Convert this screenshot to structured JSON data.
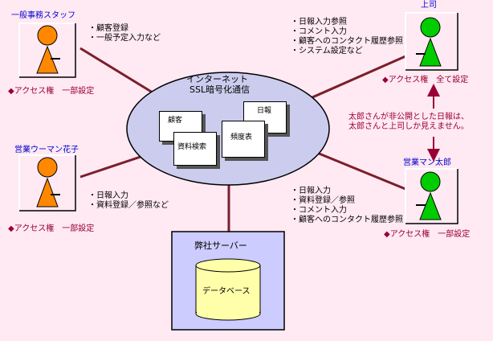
{
  "colors": {
    "background": "#ffe9f3",
    "line": "#7a1f2b",
    "staff_figure": "#ff8800",
    "boss_figure": "#00cc00",
    "server_box": "#ccccff",
    "db_cylinder": "#ffffaa",
    "ellipse": "#ccccee",
    "role_text": "#0000cc",
    "access_text": "#990033"
  },
  "actors": {
    "general_staff": {
      "role": "一般事務スタッフ",
      "tasks": [
        "・顧客登録",
        "・一般予定入力など"
      ],
      "access": "◆アクセス権　一部設定"
    },
    "boss": {
      "role": "上司",
      "tasks": [
        "・日報入力参照",
        "・コメント入力",
        "・顧客へのコンタクト履歴参照",
        "・システム設定など"
      ],
      "access": "◆アクセス権　全て設定"
    },
    "sales_woman": {
      "role": "営業ウーマン花子",
      "tasks": [
        "・日報入力",
        "・資料登録／参照など"
      ],
      "access": "◆アクセス権　一部設定"
    },
    "sales_man": {
      "role": "営業マン太郎",
      "tasks": [
        "・日報入力",
        "・資料登録／参照",
        "・コメント入力",
        "・顧客へのコンタクト履歴参照"
      ],
      "access": "◆アクセス権　一部設定"
    }
  },
  "internet": {
    "title_line1": "インターネット",
    "title_line2": "SSL暗号化通信",
    "docs": [
      "日報",
      "顧客",
      "頻度表",
      "資料検索"
    ]
  },
  "note": {
    "line1": "太郎さんが非公開とした日報は、",
    "line2": "太郎さんと上司しか見えません。"
  },
  "server": {
    "title": "弊社サーバー",
    "db": "データベース"
  }
}
